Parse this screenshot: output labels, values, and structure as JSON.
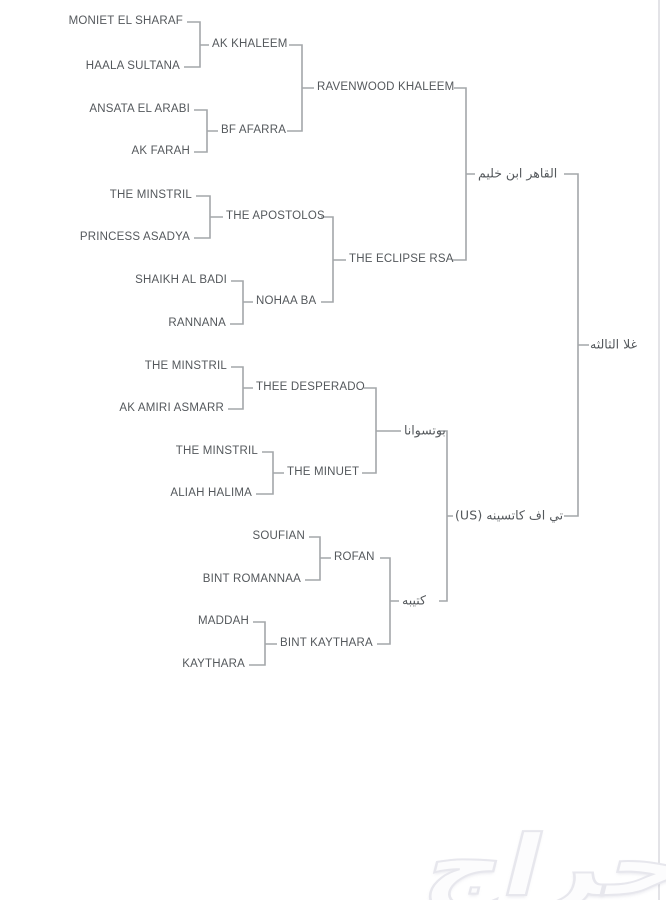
{
  "colors": {
    "background": "#ffffff",
    "node_text": "#54585c",
    "connector_line": "#a3a7aa",
    "page_edge_line": "#e3e3e7",
    "watermark_fill": "#fcfcfd",
    "watermark_outline": "#e7e7ed"
  },
  "watermark": {
    "logo_text": "حراج"
  },
  "pedigree": {
    "generation0": [
      "غلا الثالثه"
    ],
    "generation1": [
      "القاهر ابن خليم",
      "تي اف كاتسينه (US)"
    ],
    "generation2": [
      "RAVENWOOD KHALEEM",
      "THE ECLIPSE RSA",
      "بوتسوانا",
      "كتيبه"
    ],
    "generation3": [
      "AK KHALEEM",
      "BF AFARRA",
      "THE APOSTOLOS",
      "NOHAA BA",
      "THEE DESPERADO",
      "THE MINUET",
      "ROFAN",
      "BINT KAYTHARA"
    ],
    "generation4": [
      "MONIET EL SHARAF",
      "HAALA SULTANA",
      "ANSATA EL ARABI",
      "AK FARAH",
      "THE MINSTRIL",
      "PRINCESS ASADYA",
      "SHAIKH AL BADI",
      "RANNANA",
      "THE MINSTRIL",
      "AK AMIRI ASMARR",
      "THE MINSTRIL",
      "ALIAH HALIMA",
      "SOUFIAN",
      "BINT ROMANNAA",
      "MADDAH",
      "KAYTHARA"
    ]
  }
}
